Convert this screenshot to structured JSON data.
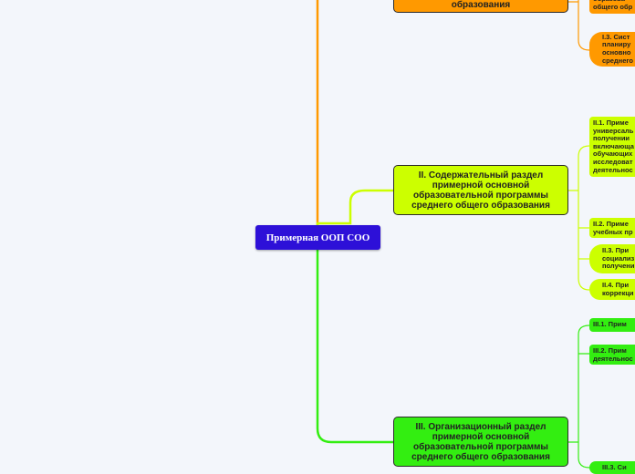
{
  "root": {
    "label": "Примерная ООП СОО"
  },
  "branches": {
    "b1": {
      "label": "образования",
      "color": "#ff9900"
    },
    "b2": {
      "label": "II. Содержательный раздел примерной основной образовательной программы среднего общего образования",
      "color": "#ccff00"
    },
    "b3": {
      "label": "III. Организационный раздел примерной основной образовательной программы среднего общего образования",
      "color": "#33ee11"
    }
  },
  "leaves": {
    "l1_2": "образова\nобщего обр",
    "l1_3": "I.3. Сист\nпланиру\nосновно\nсреднего",
    "l2_1": "II.1. Приме\nуниверсаль\nполучении\nвключающа\nобучающих\nисследоват\nдеятельнос",
    "l2_2": "II.2. Приме\nучебных пр",
    "l2_3": "II.3. При\nсоциализ\nполучени",
    "l2_4": "II.4. При\nкоррекци",
    "l3_1": "III.1. Прим",
    "l3_2": "III.2. Прим\nдеятельнос",
    "l3_3": "III.3. Си"
  }
}
